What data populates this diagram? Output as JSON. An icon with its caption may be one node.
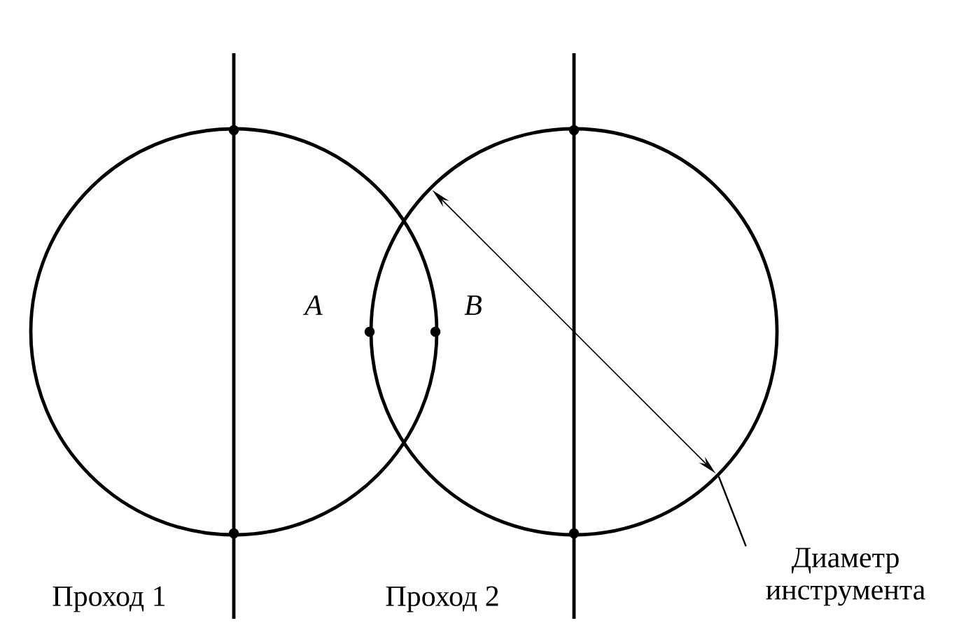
{
  "diagram": {
    "nodes": [
      {
        "text": [],
        "shape": "circle"
      },
      {
        "text": [],
        "shape": "circle"
      },
      {
        "text": [
          "Диаметр инструмента"
        ]
      }
    ],
    "edges": [
      {
        "from": 2,
        "to": 1,
        "arrow": "none"
      }
    ],
    "labels": [
      "A",
      "B",
      "Проход 1",
      "Проход 2"
    ]
  }
}
